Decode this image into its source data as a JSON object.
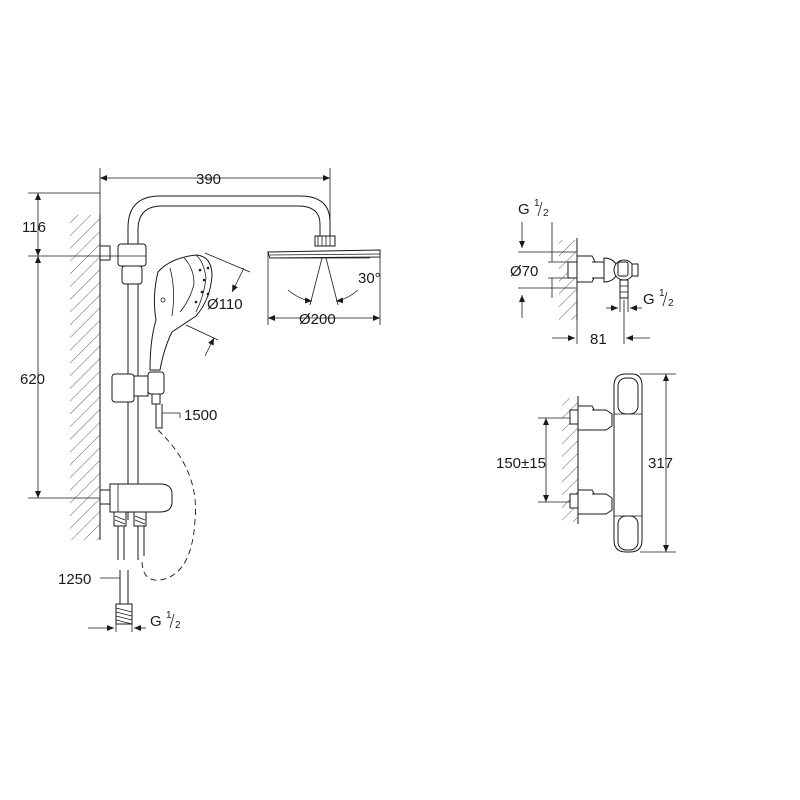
{
  "dimensions": {
    "arm_length": "390",
    "head_height": "116",
    "rail_height": "620",
    "handshower_diameter": "Ø110",
    "head_diameter": "Ø200",
    "tilt_angle": "30°",
    "handshower_hose": "1500",
    "supply_hose": "1250",
    "bottom_thread": "G",
    "bottom_thread_num": "1",
    "bottom_thread_den": "2",
    "mixer_top_thread": "G",
    "mixer_top_thread_num": "1",
    "mixer_top_thread_den": "2",
    "mixer_outlet_thread": "G",
    "mixer_outlet_thread_num": "1",
    "mixer_outlet_thread_den": "2",
    "rosette_diameter": "Ø70",
    "mixer_depth": "81",
    "inlet_spacing": "150±15",
    "mixer_height": "317"
  }
}
